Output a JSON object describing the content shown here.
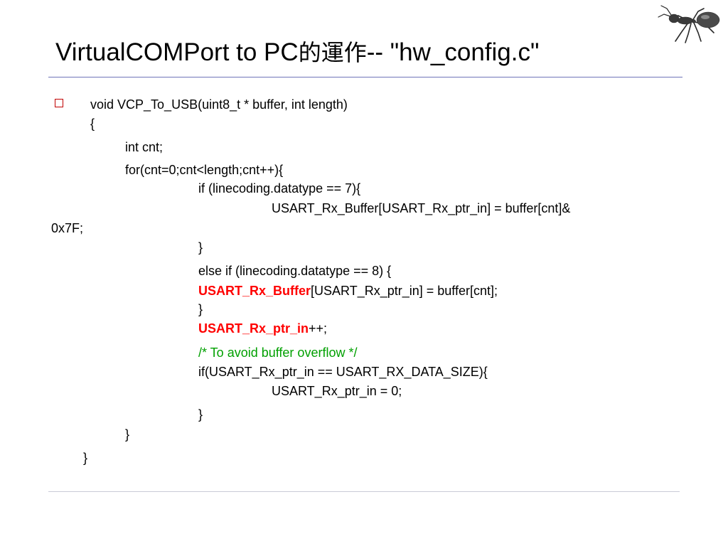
{
  "slide": {
    "title": {
      "prefix": "VirtualCOMPort to PC",
      "cjk": "的運作",
      "suffix": "-- \"hw_config.c\""
    },
    "code_lines": {
      "l1": "void VCP_To_USB(uint8_t * buffer, int  length)",
      "l2": "{",
      "l3": "int cnt;",
      "l4": "for(cnt=0;cnt<length;cnt++){",
      "l5": "if (linecoding.datatype == 7){",
      "l6": "USART_Rx_Buffer[USART_Rx_ptr_in] =  buffer[cnt]&",
      "l7": "0x7F;",
      "l8": "}",
      "l9": "else if (linecoding.datatype == 8)  {",
      "l10_highlight": "USART_Rx_Buffer",
      "l10_rest": "[USART_Rx_ptr_in] = buffer[cnt];",
      "l11": "}",
      "l12_highlight": "USART_Rx_ptr_in",
      "l12_rest": "++;",
      "l13_comment": "/* To avoid buffer overflow */",
      "l14": "if(USART_Rx_ptr_in == USART_RX_DATA_SIZE){",
      "l15": "USART_Rx_ptr_in = 0;",
      "l16": "}",
      "l17": "}",
      "l18": "}"
    },
    "colors": {
      "highlight": "#ff0000",
      "comment": "#00a000",
      "bullet": "#c00000",
      "title_rule": "#6f74b8"
    },
    "icons": {
      "logo": "ant-icon",
      "bullet": "square-bullet-icon"
    }
  }
}
